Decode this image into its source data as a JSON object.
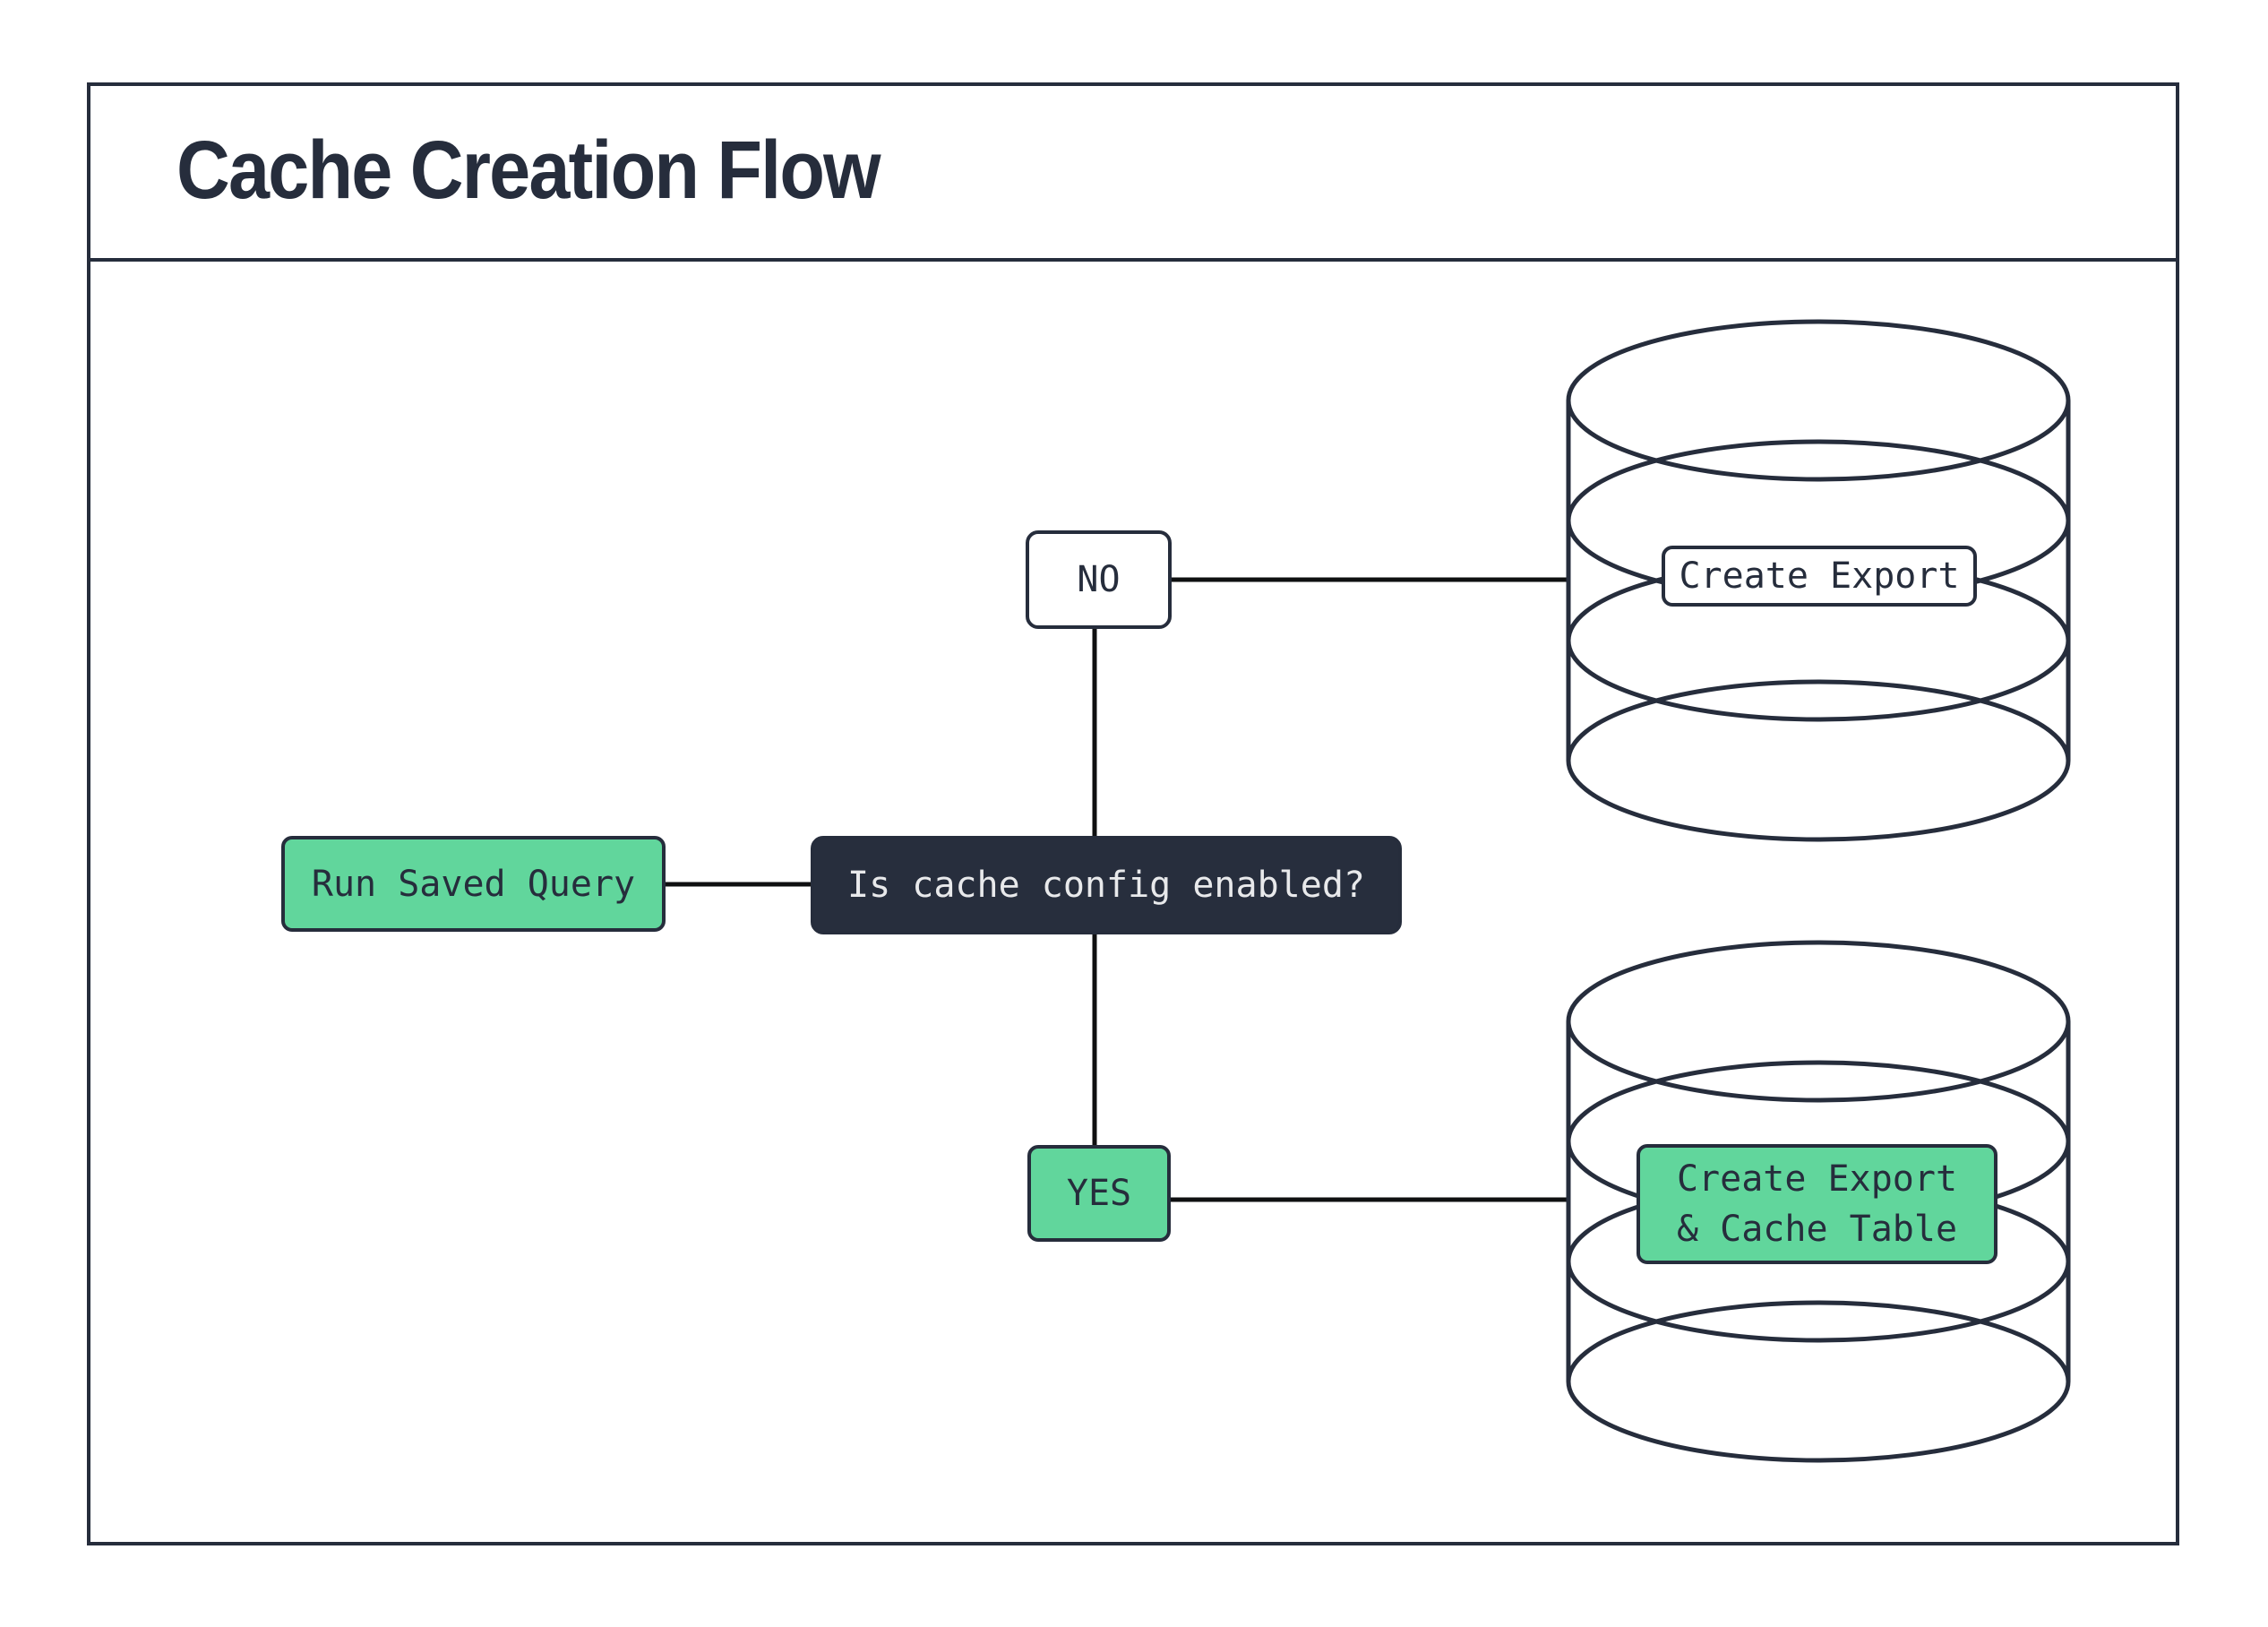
{
  "title": "Cache Creation Flow",
  "nodes": {
    "start": {
      "label": "Run Saved Query",
      "type": "process"
    },
    "decision": {
      "label": "Is cache config enabled?",
      "type": "decision"
    },
    "branch_no": {
      "label": "NO",
      "type": "branch"
    },
    "branch_yes": {
      "label": "YES",
      "type": "branch"
    },
    "db_no": {
      "label": "Create Export",
      "type": "database-action"
    },
    "db_yes": {
      "label_line1": "Create Export",
      "label_line2": "& Cache Table",
      "type": "database-action"
    }
  },
  "edges": [
    {
      "from": "start",
      "to": "decision"
    },
    {
      "from": "decision",
      "to": "branch_no"
    },
    {
      "from": "branch_no",
      "to": "db_no"
    },
    {
      "from": "decision",
      "to": "branch_yes"
    },
    {
      "from": "branch_yes",
      "to": "db_yes"
    }
  ],
  "colors": {
    "ink": "#262d3c",
    "accent_green": "#61d69c",
    "dark_bg": "#272e3d",
    "light_text": "#e8e9eb",
    "line_black": "#0f1011"
  }
}
